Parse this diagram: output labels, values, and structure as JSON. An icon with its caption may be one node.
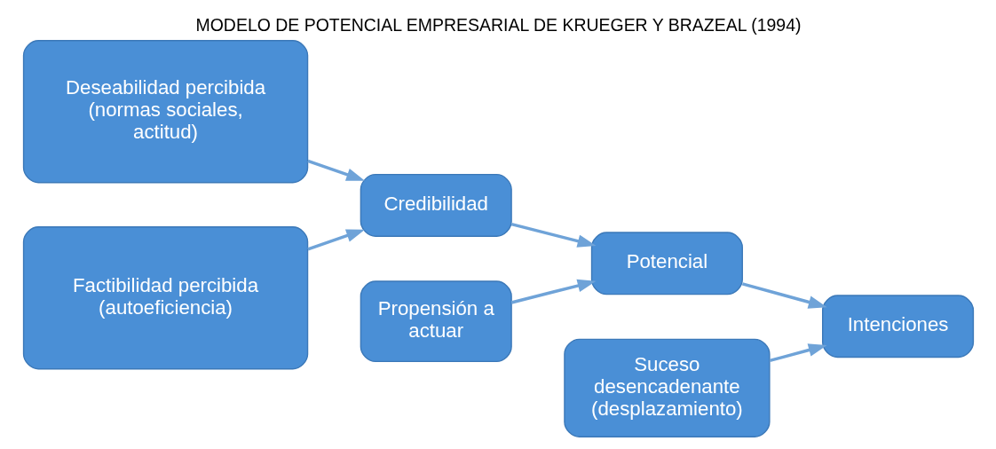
{
  "diagram": {
    "title": "MODELO DE POTENCIAL EMPRESARIAL DE KRUEGER Y BRAZEAL (1994)",
    "nodes": [
      {
        "text": [
          "Deseabilidad percibida (normas sociales, actitud)"
        ]
      },
      {
        "text": [
          "Factibilidad percibida (autoeficiencia)"
        ]
      },
      {
        "text": [
          "Credibilidad"
        ]
      },
      {
        "text": [
          "Potencial"
        ]
      },
      {
        "text": [
          "Intenciones"
        ]
      },
      {
        "text": [
          "Propensión a actuar"
        ]
      },
      {
        "text": [
          "Suceso desencadenante (desplazamiento)"
        ]
      }
    ],
    "edges": [
      {
        "from": 0,
        "to": 2,
        "arrow": "to"
      },
      {
        "from": 1,
        "to": 2,
        "arrow": "to"
      },
      {
        "from": 2,
        "to": 3,
        "arrow": "to"
      },
      {
        "from": 5,
        "to": 3,
        "arrow": "to"
      },
      {
        "from": 3,
        "to": 4,
        "arrow": "to"
      },
      {
        "from": 6,
        "to": 4,
        "arrow": "to"
      }
    ]
  }
}
